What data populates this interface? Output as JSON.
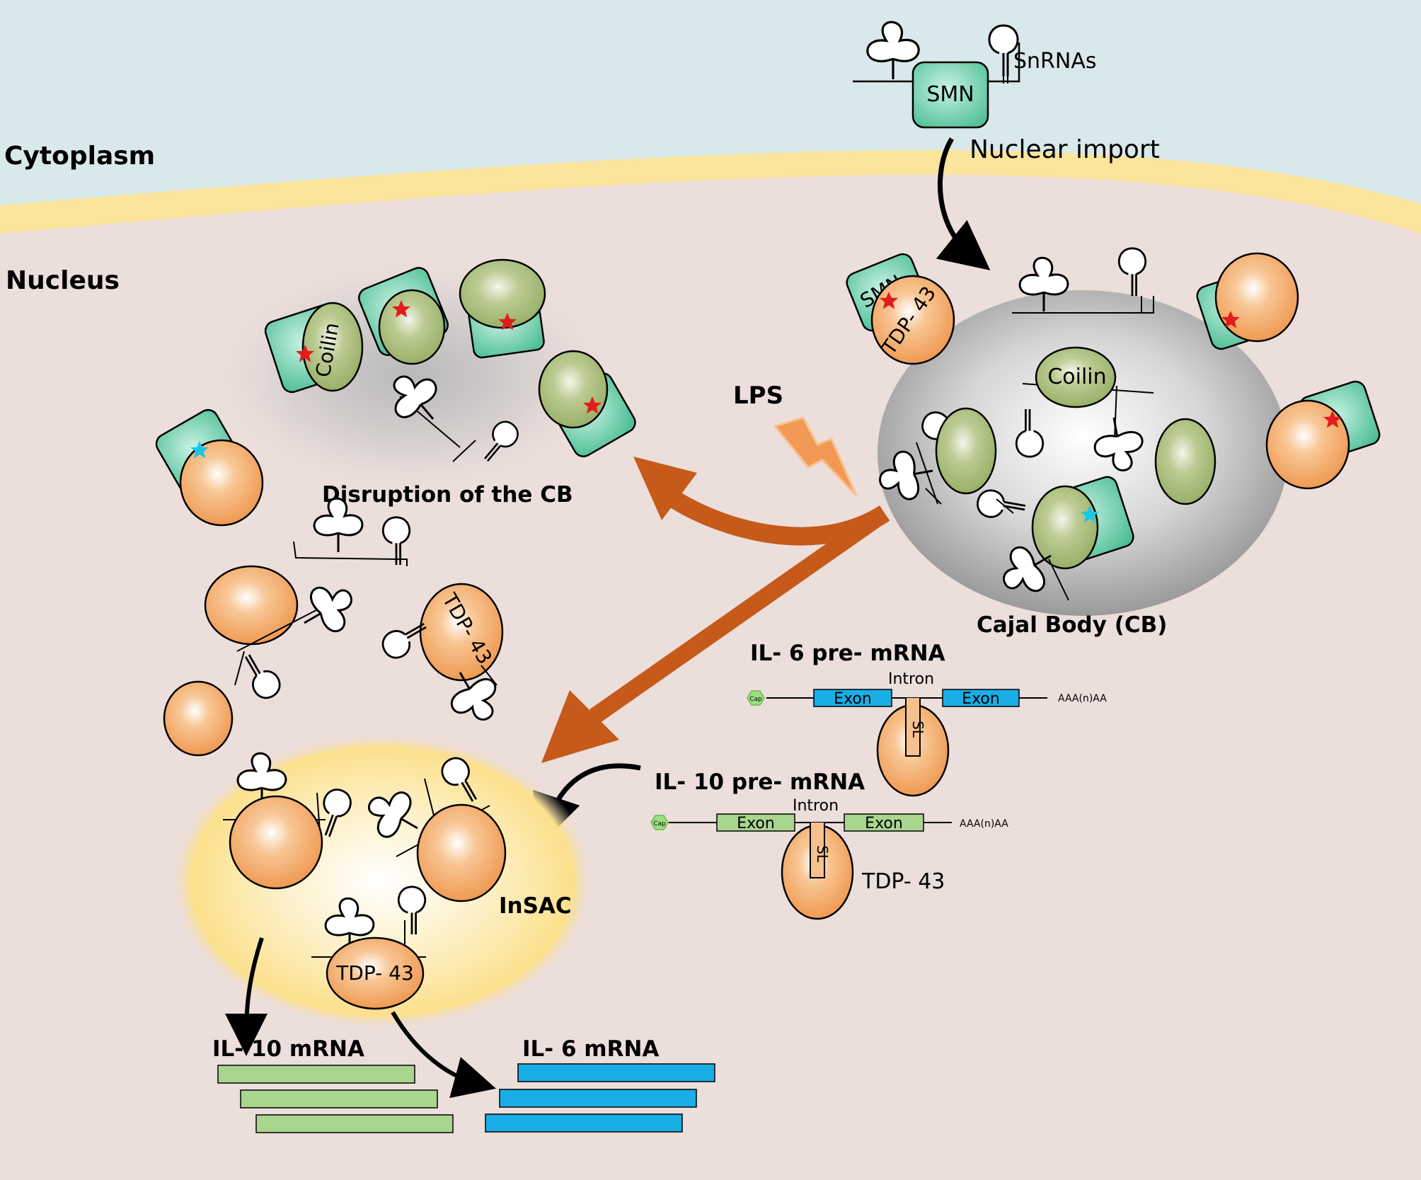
{
  "compartments": {
    "cytoplasm": "Cytoplasm",
    "nucleus": "Nucleus"
  },
  "labels": {
    "snrnas": "SnRNAs",
    "smn": "SMN",
    "nuclear_import": "Nuclear import",
    "lps": "LPS",
    "disruption": "Disruption of the CB",
    "cajal_body": "Cajal Body (CB)",
    "coilin": "Coilin",
    "tdp43": "TDP- 43",
    "insac": "InSAC",
    "il6_pre": "IL- 6 pre- mRNA",
    "il10_pre": "IL- 10 pre- mRNA",
    "intron": "Intron",
    "exon": "Exon",
    "cap": "Cap",
    "polya": "AAA(n)AA",
    "sl": "SL",
    "il10_mrna": "IL- 10 mRNA",
    "il6_mrna": "IL- 6 mRNA"
  },
  "colors": {
    "cytoplasm": "#d9e8ea",
    "membrane": "#fbe49b",
    "nucleus": "#ecdedb",
    "orange": "#f0a060",
    "green_protein": "#a8bd78",
    "teal": "#5cc6a0",
    "arrow_orange": "#c55a1a",
    "exon_blue": "#19aee6",
    "exon_green": "#a9d58e"
  }
}
